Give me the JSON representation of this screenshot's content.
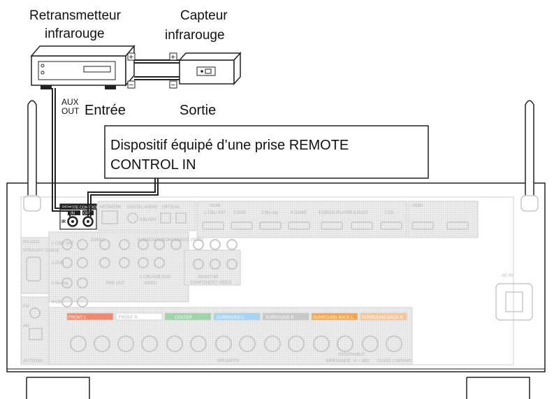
{
  "labels": {
    "retransmitter_line1": "Retransmetteur",
    "retransmitter_line2": "infrarouge",
    "sensor_line1": "Capteur",
    "sensor_line2": "infrarouge",
    "aux_line1": "AUX",
    "aux_line2": "OUT",
    "input": "Entrée",
    "output": "Sortie",
    "callout_line1": "Dispositif équipé d’une prise REMOTE",
    "callout_line2": "CONTROL IN",
    "plus": "+",
    "minus": "−"
  },
  "panel": {
    "remote_control": "REMOTE CONTROL",
    "remote_in": "IN",
    "remote_out": "OUT",
    "remote_ir": "IR",
    "network": "NETWORK",
    "digital_audio": "DIGITAL AUDIO",
    "optical": "OPTICAL",
    "cbl_sat": "CBL/SAT",
    "hdmi": "HDMI",
    "hdmi_inputs": [
      "1 CBL/ SAT",
      "2 DVD",
      "3 Blu-ray",
      "4 GAME",
      "5 MEDIA PLAYER",
      "6 AUX2",
      "7 CD"
    ],
    "hdmi_out": "HDMI",
    "rs232c": "RS-232C",
    "straight_cable": "STRAIGHT CABLE",
    "zone2": "ZONE2",
    "subwoofer": "SUBWOOFER",
    "component_video": "COMPONENT VIDEO",
    "audio_inputs": [
      "1 CBL/ SAT",
      "2 DVD",
      "3 Blu-ray",
      "4 CD"
    ],
    "pre_out": "PRE OUT",
    "video_inputs": [
      "1 CBL/SAT",
      "2 DVD"
    ],
    "video": "VIDEO",
    "monitor": "MONITOR",
    "component_video_out": "COMPONENT VIDEO",
    "fm": "FM",
    "am": "AM",
    "antenna": "ANTENNA",
    "ac_in": "AC IN",
    "speakers": "SPEAKERS",
    "speaker_groups": [
      "FRONT L",
      "FRONT R",
      "CENTER",
      "SURROUND L",
      "SURROUND R",
      "SURROUND BACK L",
      "SURROUND BACK R"
    ],
    "speaker_colors": [
      "#f08a6e",
      "#ffffff",
      "#9fd3a9",
      "#a6d4f2",
      "#c8c8c8",
      "#f5a64b",
      "#f7c79a"
    ],
    "impedance": "IMPEDANCE : 4 ~ 16Ω",
    "class2": "CLASS 2 WIRING",
    "assignable": "ASSIGNABLE"
  }
}
